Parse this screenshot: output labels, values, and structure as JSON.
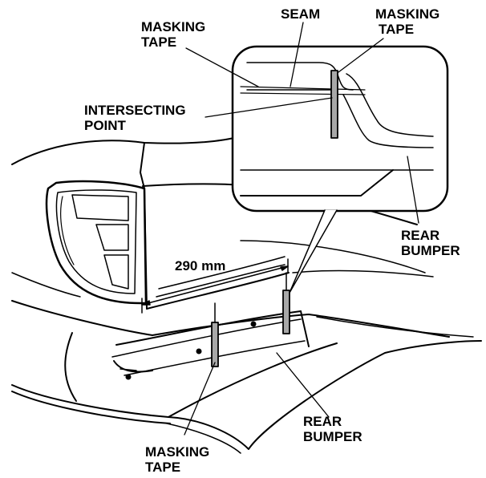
{
  "labels": {
    "masking_tape_top_left": [
      "MASKING",
      "TAPE"
    ],
    "seam": "SEAM",
    "masking_tape_top_right": [
      "MASKING",
      "TAPE"
    ],
    "intersecting_point": [
      "INTERSECTING",
      "POINT"
    ],
    "rear_bumper_right": [
      "REAR",
      "BUMPER"
    ],
    "dimension": "290 mm",
    "rear_bumper_bottom": [
      "REAR",
      "BUMPER"
    ],
    "masking_tape_bottom": [
      "MASKING",
      "TAPE"
    ]
  },
  "colors": {
    "line": "#000000",
    "tape_fill": "#a8a8a8",
    "background": "#ffffff"
  }
}
